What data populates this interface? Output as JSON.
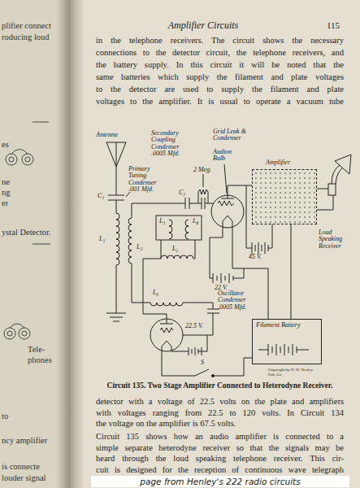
{
  "diagram": {
    "title": "Amplifier Circuits",
    "caption": "Circuit 135. Two Stage Amplifier Connected to Heterodyne Receiver.",
    "nodes": [
      {
        "text": [
          "Amplifier"
        ]
      },
      {
        "text": [
          "Filament Battery"
        ]
      }
    ],
    "edges": [
      {
        "from": 0,
        "to": 1,
        "arrow": "none"
      }
    ],
    "labels": [
      "plifier connect",
      "roducing loud",
      "es",
      "ne",
      "ng",
      "er",
      "ystal Detector.",
      "Tele-",
      "phones",
      "to",
      "ncy amplifier",
      "is connecte",
      "louder signal",
      "115",
      "in the telephone receivers. The circuit shows the necessary",
      "connections to the detector circuit, the telephone receivers, and",
      "the battery supply. In this circuit it will be noted that the",
      "same batteries which supply the filament and plate voltages",
      "to the detector are used to supply the filament and plate",
      "voltages to the amplifier. It is usual to operate a vacuum tube",
      "Antenna",
      "C₁",
      "Primary Tuning Condenser .001 Mfd.",
      "L₁",
      "L₂",
      "Secondary Coupling Condenser .0005 Mfd.",
      "2 Meg.",
      "Grid Leak & Condenser",
      "Audion Bulb",
      "C₂",
      "L₃",
      "L₄",
      "L₅",
      "Loud Speaking Receiver",
      "45 V.",
      "22 V.",
      "L₆",
      "Oscillator Condenser .0005 Mfd.",
      "22.5 V.",
      "S",
      "Copyright by N. W. Henley Pub. Co.",
      "detector with a voltage of 22.5 volts on the plate and amplifiers",
      "with voltages ranging from 22.5 to 120 volts. In Circuit 134",
      "the voltage on the amplifier is 67.5 volts.",
      "Circuit 135 shows how an audio amplifier is connected to a",
      "simple separate heterodyne receiver so that the signals may be",
      "heard through the loud speaking telephone receiver. This cir-",
      "cuit is designed for the reception of continuous wave telegraph",
      "page from Henley's 222 radio circuits"
    ]
  }
}
